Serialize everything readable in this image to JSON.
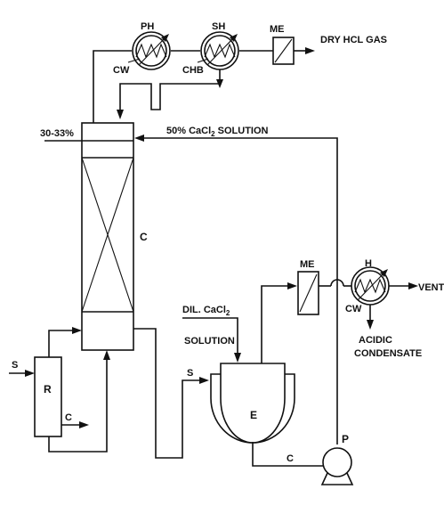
{
  "colors": {
    "line": "#111111",
    "background": "#ffffff"
  },
  "labels": {
    "ph": "PH",
    "sh": "SH",
    "me_top": "ME",
    "dry_hcl_gas": "DRY HCL GAS",
    "cw_top": "CW",
    "chb": "CHB",
    "conc_30_33": "30-33%",
    "cacl2_50_main": "50% CaCl",
    "cacl2_50_sub": "2",
    "cacl2_50_tail": " SOLUTION",
    "column": "C",
    "me_mid": "ME",
    "h": "H",
    "vent": "VENT",
    "cw_right": "CW",
    "acidic": "ACIDIC",
    "condensate": "CONDENSATE",
    "dil_main": "DIL. CaCl",
    "dil_sub": "2",
    "solution": "SOLUTION",
    "s_left": "S",
    "s_evap": "S",
    "reactor": "R",
    "c_reactor": "C",
    "evaporator": "E",
    "c_bottom": "C",
    "pump": "P"
  }
}
